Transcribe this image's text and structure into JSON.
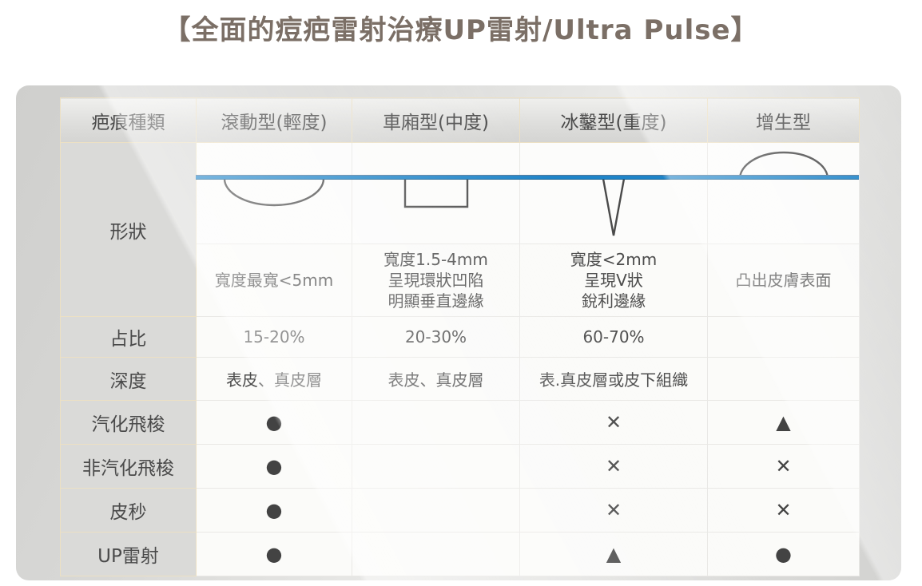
{
  "chart_data": {
    "type": "table",
    "title": "【全面的痘疤雷射治療UP雷射/Ultra Pulse】",
    "columns": [
      "疤痕種類",
      "滾動型(輕度)",
      "車廂型(中度)",
      "冰鑿型(重度)",
      "增生型"
    ],
    "shape_row": {
      "label": "形狀",
      "icons": [
        "concave-arc-below-skin",
        "open-box-below-skin",
        "v-notch-below-skin",
        "raised-dome-above-skin"
      ],
      "descriptions": [
        "寬度最寬<5mm",
        "寬度1.5-4mm\n呈現環狀凹陷\n明顯垂直邊緣",
        "寬度<2mm\n呈現V狀\n銳利邊緣",
        "凸出皮膚表面"
      ]
    },
    "rows": [
      {
        "label": "占比",
        "values": [
          "15-20%",
          "20-30%",
          "60-70%",
          ""
        ]
      },
      {
        "label": "深度",
        "values": [
          "表皮、真皮層",
          "表皮、真皮層",
          "表.真皮層或皮下組織",
          ""
        ]
      },
      {
        "label": "汽化飛梭",
        "values": [
          "●",
          "",
          "✕",
          "▲"
        ]
      },
      {
        "label": "非汽化飛梭",
        "values": [
          "●",
          "",
          "✕",
          "✕"
        ]
      },
      {
        "label": "皮秒",
        "values": [
          "●",
          "",
          "✕",
          "✕"
        ]
      },
      {
        "label": "UP雷射",
        "values": [
          "●",
          "",
          "▲",
          "●"
        ]
      }
    ],
    "legend_position": "none",
    "grid": true
  },
  "colors": {
    "skin_surface_line": "#1e84c8",
    "title_text": "#7b6f66",
    "table_border_beige": "#ece0c4",
    "symbol_color": "#434343",
    "card_background": "#d8d8d6"
  }
}
